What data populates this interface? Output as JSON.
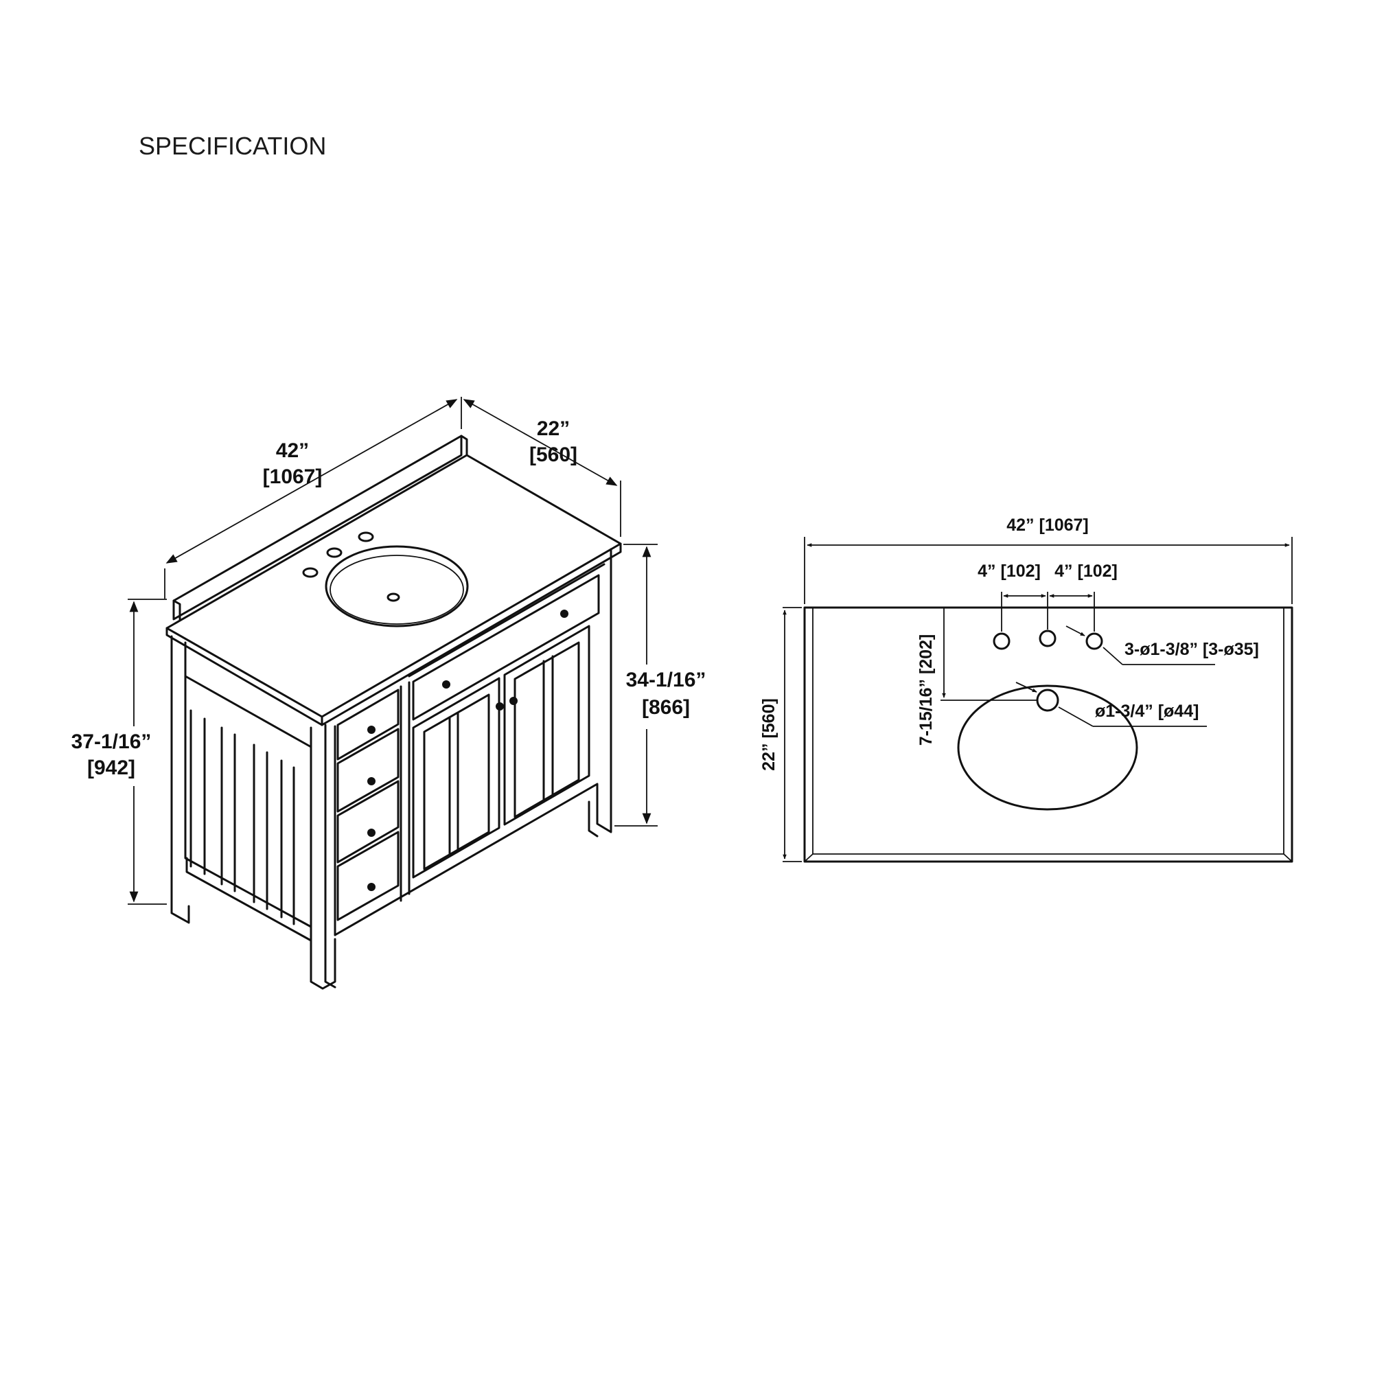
{
  "page": {
    "title": "SPECIFICATION"
  },
  "iso_view": {
    "width_in": "42”",
    "width_mm": "[1067]",
    "depth_in": "22”",
    "depth_mm": "[560]",
    "total_height_in": "37-1/16”",
    "total_height_mm": "[942]",
    "counter_height_in": "34-1/16”",
    "counter_height_mm": "[866]"
  },
  "top_view": {
    "width": "42” [1067]",
    "depth": "22” [560]",
    "faucet_spacing_left": "4” [102]",
    "faucet_spacing_right": "4” [102]",
    "faucet_holes": "3-ø1-3/8” [3-ø35]",
    "drain_hole": "ø1-3/4” [ø44]",
    "drain_offset": "7-15/16” [202]"
  },
  "colors": {
    "ink": "#111111",
    "paper": "#ffffff"
  }
}
